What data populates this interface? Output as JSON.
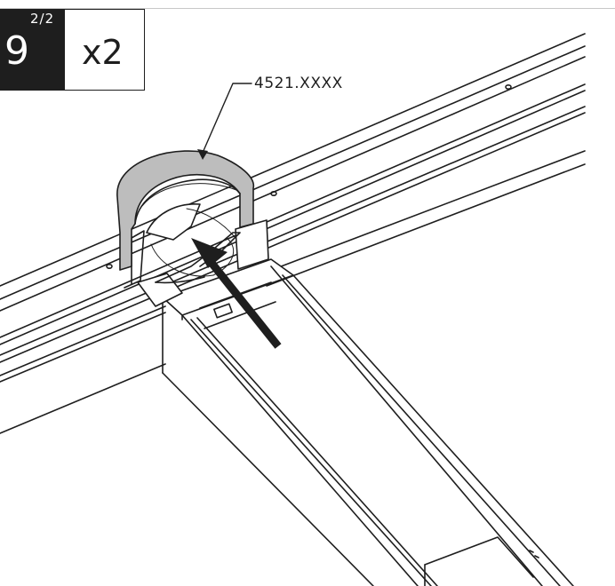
{
  "step": {
    "number": "9",
    "sub_step": "2/2",
    "quantity": "x2"
  },
  "callout": {
    "part_number": "4521.XXXX"
  },
  "colors": {
    "ink": "#1e1e1e",
    "part_fill": "#bdbdbd",
    "paper": "#ffffff"
  }
}
